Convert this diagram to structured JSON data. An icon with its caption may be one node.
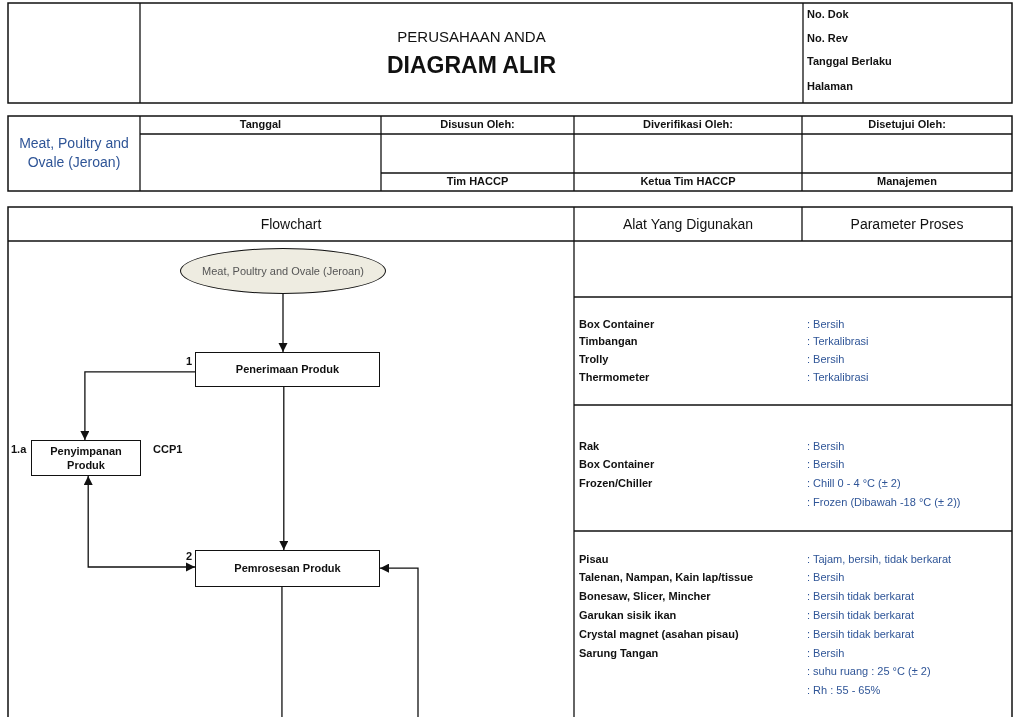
{
  "diagram": {
    "title": "DIAGRAM ALIR",
    "nodes": [
      {
        "text": [
          "Meat, Poultry and Ovale (Jeroan)"
        ]
      },
      {
        "text": [
          "Penerimaan Produk"
        ],
        "beside": [
          "1"
        ]
      },
      {
        "text": [
          "Penyimpanan Produk"
        ],
        "beside": [
          "1.a",
          "CCP1"
        ]
      },
      {
        "text": [
          "Pemrosesan Produk"
        ],
        "beside": [
          "2"
        ]
      }
    ],
    "edges": [
      {
        "from": 0,
        "to": 1,
        "arrow": "to"
      },
      {
        "from": 1,
        "to": 2,
        "arrow": "to"
      },
      {
        "from": 1,
        "to": 3,
        "arrow": "to"
      },
      {
        "from": 2,
        "to": 3,
        "arrow": "both"
      },
      {
        "from": null,
        "to": 3,
        "arrow": "to"
      },
      {
        "from": 3,
        "to": null,
        "arrow": "none"
      }
    ],
    "labels": [
      "PERUSAHAAN ANDA",
      "No. Dok",
      "No. Rev",
      "Tanggal Berlaku",
      "Halaman",
      "Meat, Poultry and Ovale (Jeroan)",
      "Tanggal",
      "Disusun Oleh:",
      "Diverifikasi Oleh:",
      "Disetujui Oleh:",
      "Tim HACCP",
      "Ketua Tim HACCP",
      "Manajemen",
      "Flowchart",
      "Alat Yang Digunakan",
      "Parameter Proses",
      "Box Container",
      ": Bersih",
      "Timbangan",
      ": Terkalibrasi",
      "Trolly",
      ": Bersih",
      "Thermometer",
      ": Terkalibrasi",
      "Rak",
      ": Bersih",
      "Box Container",
      ": Bersih",
      "Frozen/Chiller",
      ": Chill 0 - 4 °C (± 2)",
      ": Frozen (Dibawah -18 °C (± 2))",
      "Pisau",
      ": Tajam, bersih, tidak berkarat",
      "Talenan, Nampan, Kain lap/tissue",
      ": Bersih",
      "Bonesaw, Slicer, Mincher",
      ": Bersih tidak berkarat",
      "Garukan sisik ikan",
      ": Bersih tidak berkarat",
      "Crystal magnet (asahan pisau)",
      ": Bersih tidak berkarat",
      "Sarung Tangan",
      ": Bersih",
      ": suhu ruang : 25 °C (± 2)",
      ": Rh : 55 - 65%"
    ]
  }
}
